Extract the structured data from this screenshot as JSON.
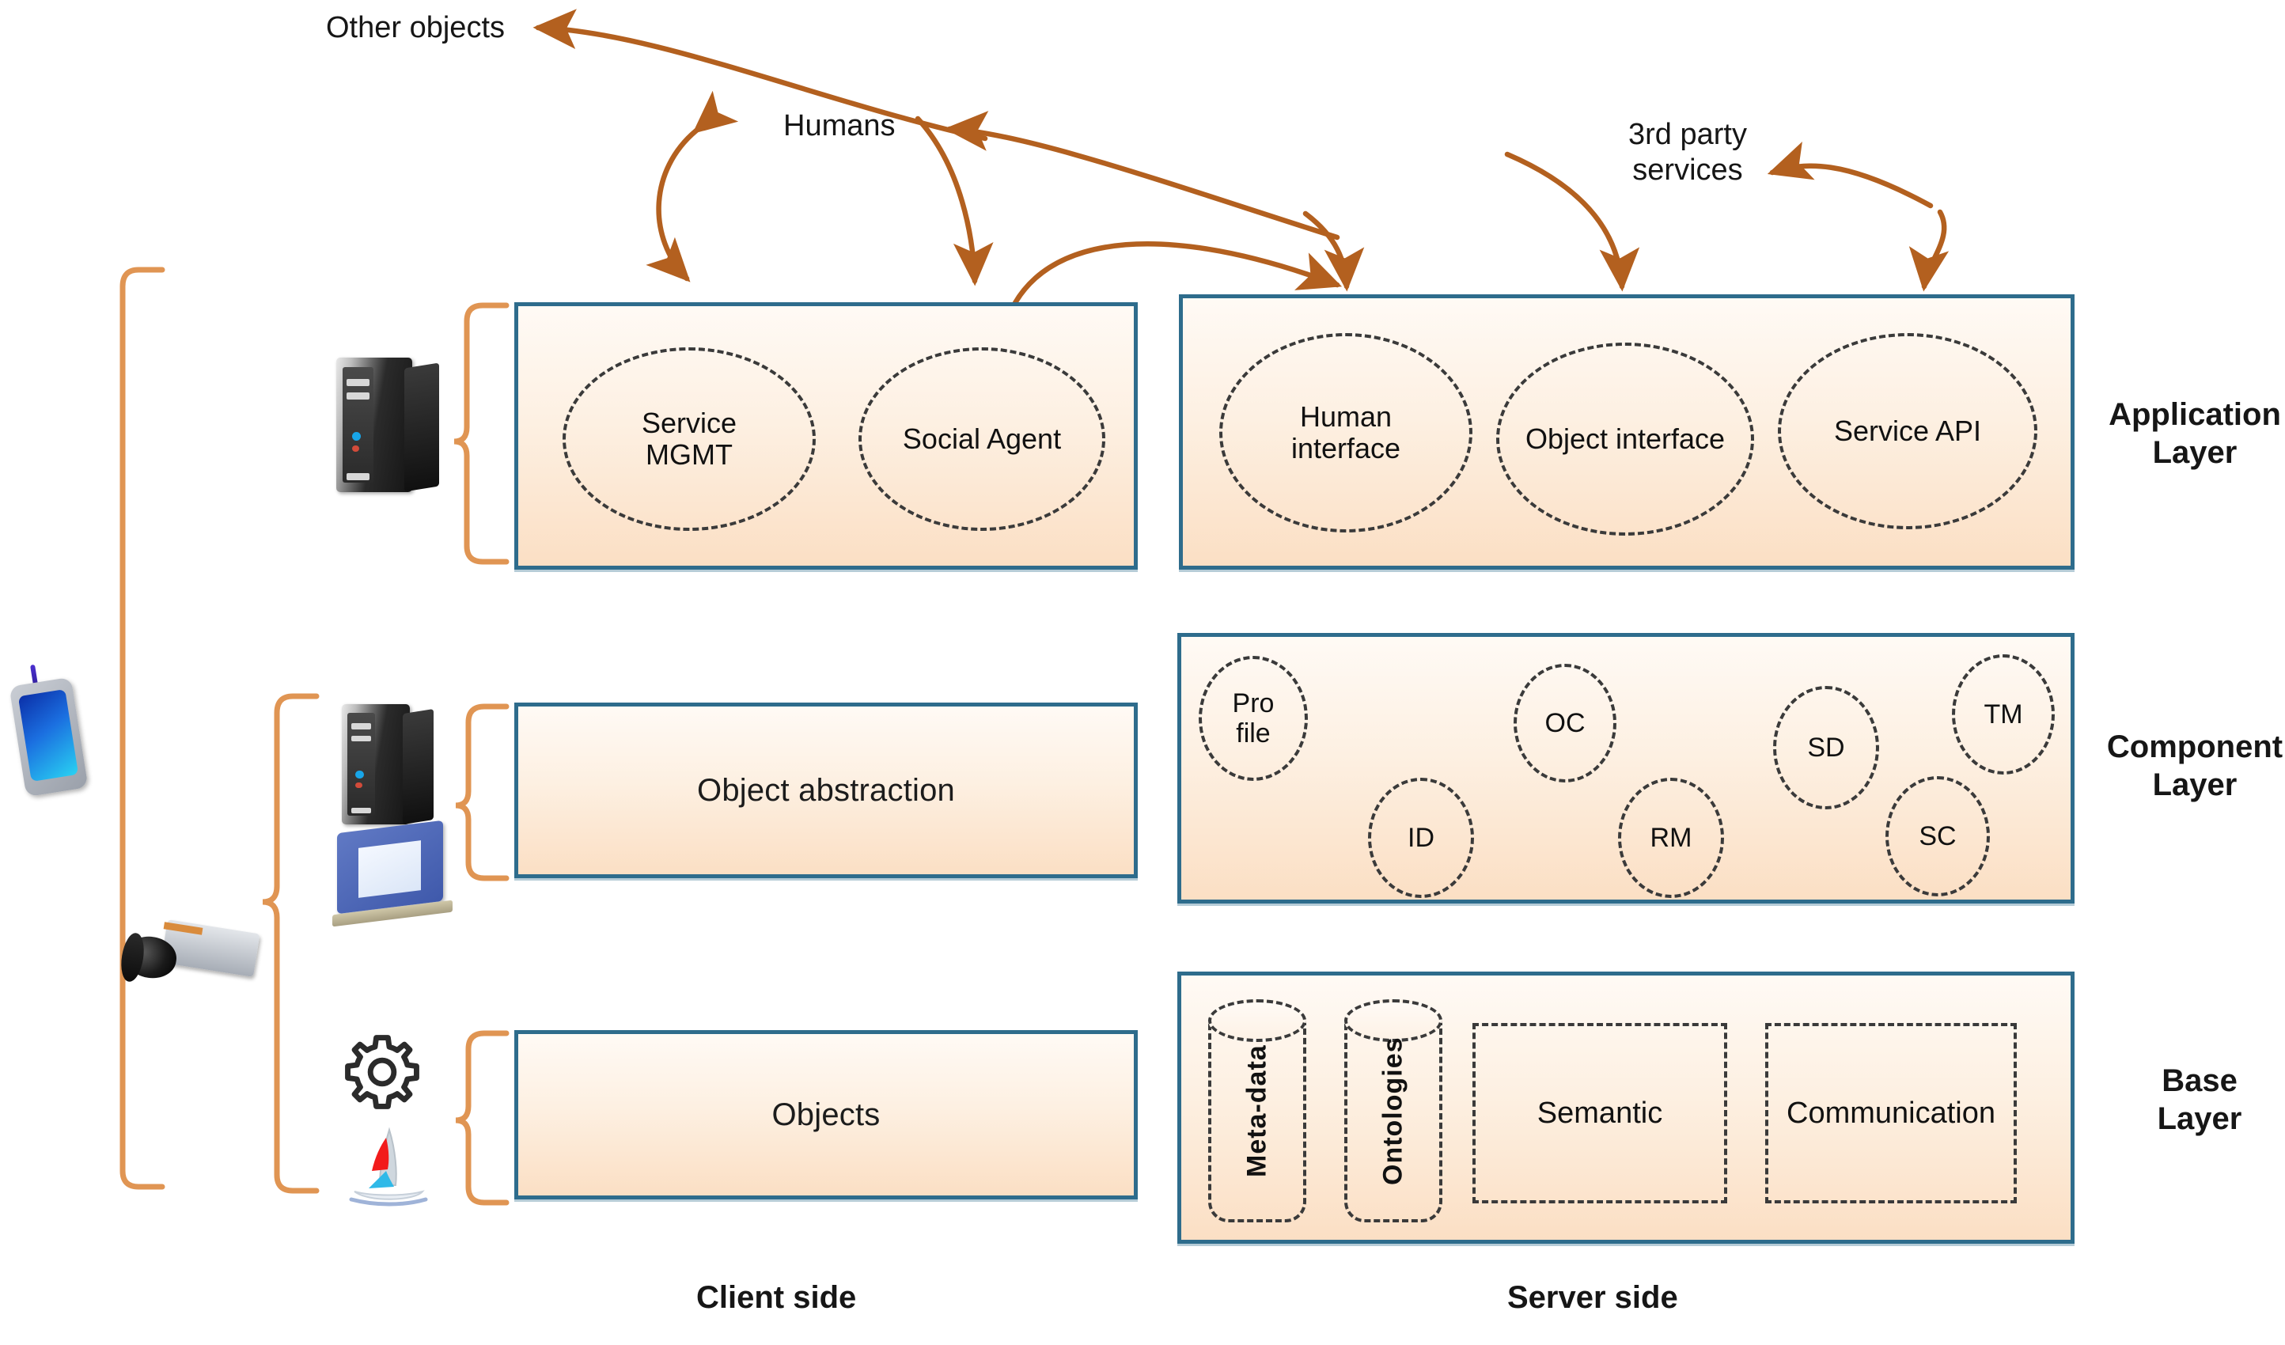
{
  "diagram": {
    "title_sides": {
      "client": "Client side",
      "server": "Server side"
    },
    "external_actors": [
      {
        "id": "other-objects",
        "label": "Other objects"
      },
      {
        "id": "humans",
        "label": "Humans"
      },
      {
        "id": "third-party-services",
        "label": "3rd party\nservices"
      }
    ],
    "layer_names": [
      {
        "id": "application-layer",
        "label": "Application\nLayer"
      },
      {
        "id": "component-layer",
        "label": "Component\nLayer"
      },
      {
        "id": "base-layer",
        "label": "Base\nLayer"
      }
    ],
    "layers": [
      {
        "id": "application",
        "name": "Application Layer",
        "client_box": {
          "label": "",
          "nodes": [
            {
              "id": "service-mgmt",
              "label": "Service\nMGMT"
            },
            {
              "id": "social-agent",
              "label": "Social Agent"
            }
          ]
        },
        "server_box": {
          "label": "",
          "nodes": [
            {
              "id": "human-interface",
              "label": "Human\ninterface"
            },
            {
              "id": "object-interface",
              "label": "Object interface"
            },
            {
              "id": "service-api",
              "label": "Service API"
            }
          ]
        }
      },
      {
        "id": "component",
        "name": "Component Layer",
        "client_box": {
          "label": "Object abstraction",
          "nodes": []
        },
        "server_box": {
          "label": "",
          "nodes": [
            {
              "id": "profile",
              "label": "Pro\nfile"
            },
            {
              "id": "oc",
              "label": "OC"
            },
            {
              "id": "sd",
              "label": "SD"
            },
            {
              "id": "tm",
              "label": "TM"
            },
            {
              "id": "id",
              "label": "ID"
            },
            {
              "id": "rm",
              "label": "RM"
            },
            {
              "id": "sc",
              "label": "SC"
            }
          ]
        }
      },
      {
        "id": "base",
        "name": "Base Layer",
        "client_box": {
          "label": "Objects",
          "nodes": []
        },
        "server_box": {
          "label": "",
          "nodes": [
            {
              "id": "meta-data",
              "label": "Meta-data",
              "shape": "cylinder"
            },
            {
              "id": "ontologies",
              "label": "Ontologies",
              "shape": "cylinder"
            },
            {
              "id": "semantic",
              "label": "Semantic",
              "shape": "rect"
            },
            {
              "id": "communication",
              "label": "Communication",
              "shape": "rect"
            }
          ]
        }
      }
    ],
    "device_icons": [
      {
        "id": "mobile-phone-icon",
        "name": "mobile-phone-icon"
      },
      {
        "id": "cctv-camera-icon",
        "name": "cctv-camera-icon"
      },
      {
        "id": "server-tower-icon-application",
        "name": "server-tower-icon"
      },
      {
        "id": "server-tower-icon-component",
        "name": "server-tower-icon"
      },
      {
        "id": "laptop-icon",
        "name": "laptop-icon"
      },
      {
        "id": "gear-icon",
        "name": "gear-icon"
      },
      {
        "id": "sailboat-icon",
        "name": "sailboat-icon"
      }
    ],
    "colors": {
      "box_border": "#2e6c8c",
      "box_fill_top": "#fffaf5",
      "box_fill_bottom": "#fbdfc4",
      "arrow": "#c0712c",
      "bracket": "#e09553",
      "dashed_node": "#3a3a3a",
      "text": "#161616"
    }
  }
}
